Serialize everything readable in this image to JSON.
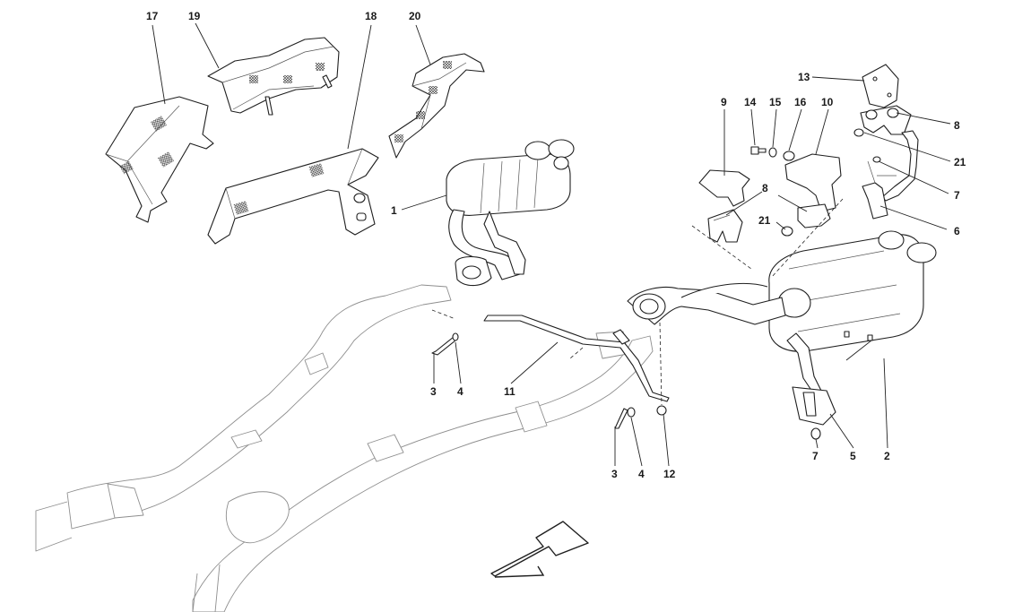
{
  "callouts": {
    "c1": "1",
    "c2": "2",
    "c3a": "3",
    "c3b": "3",
    "c4a": "4",
    "c4b": "4",
    "c5": "5",
    "c6": "6",
    "c7a": "7",
    "c7b": "7",
    "c8a": "8",
    "c8b": "8",
    "c9": "9",
    "c10": "10",
    "c11": "11",
    "c12": "12",
    "c13": "13",
    "c14": "14",
    "c15": "15",
    "c16": "16",
    "c17": "17",
    "c18": "18",
    "c19": "19",
    "c20": "20",
    "c21a": "21",
    "c21b": "21"
  },
  "colors": {
    "line": "#1f1f1f",
    "ghost_line": "#8e8e8e",
    "arrow_fill": "#ffffff"
  },
  "icons": {
    "direction_arrow": "front-direction-arrow-icon"
  }
}
